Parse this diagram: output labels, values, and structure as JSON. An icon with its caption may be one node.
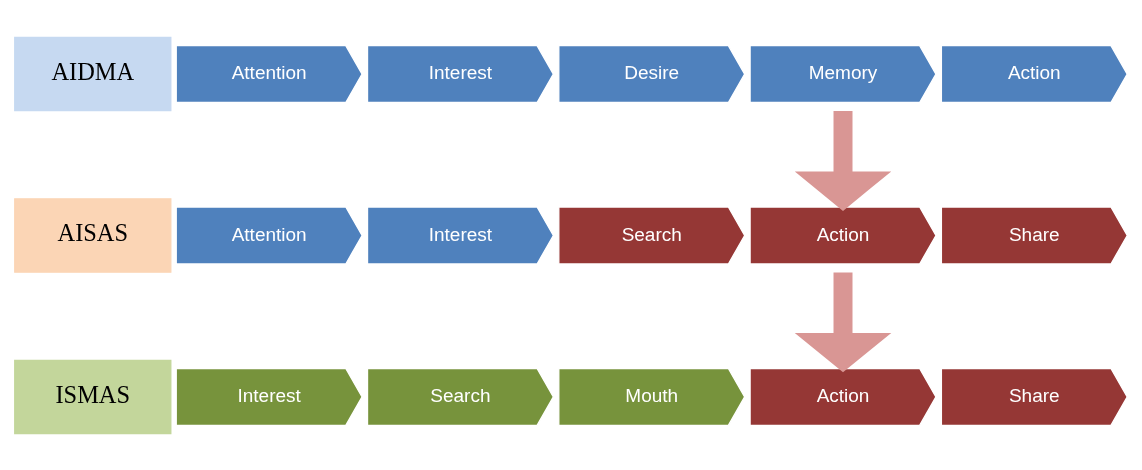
{
  "diagram": {
    "nodes": [
      {
        "text": [
          "AIDMA"
        ]
      },
      {
        "text": [
          "Attention"
        ]
      },
      {
        "text": [
          "Interest"
        ]
      },
      {
        "text": [
          "Desire"
        ]
      },
      {
        "text": [
          "Memory"
        ]
      },
      {
        "text": [
          "Action"
        ]
      },
      {
        "text": [
          "AISAS"
        ]
      },
      {
        "text": [
          "Attention"
        ]
      },
      {
        "text": [
          "Interest"
        ]
      },
      {
        "text": [
          "Search"
        ]
      },
      {
        "text": [
          "Action"
        ]
      },
      {
        "text": [
          "Share"
        ]
      },
      {
        "text": [
          "ISMAS"
        ]
      },
      {
        "text": [
          "Interest"
        ]
      },
      {
        "text": [
          "Search"
        ]
      },
      {
        "text": [
          "Mouth"
        ]
      },
      {
        "text": [
          "Action"
        ]
      },
      {
        "text": [
          "Share"
        ]
      }
    ],
    "edges": [
      {
        "from": 4,
        "to": 10,
        "arrow": "to",
        "color": "#d99694"
      },
      {
        "from": 10,
        "to": 16,
        "arrow": "to",
        "color": "#d99694"
      }
    ]
  }
}
